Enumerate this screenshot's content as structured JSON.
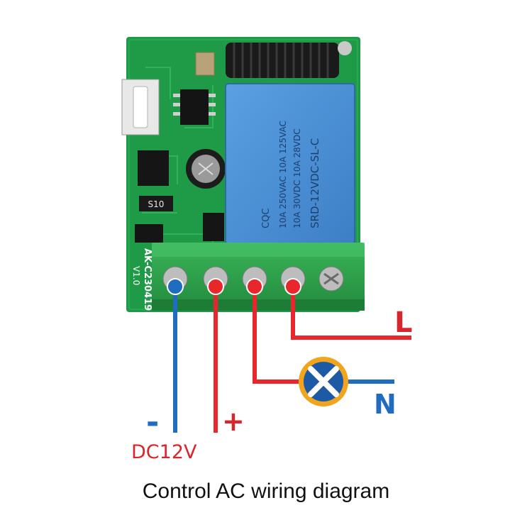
{
  "board": {
    "model_label": "AK-C230419",
    "version_label": "V1.0",
    "diode_label": "S10"
  },
  "relay": {
    "brand": "CQC",
    "model": "SRD-12VDC-SL-C",
    "rating_line_1": "10A 250VAC 10A 125VAC",
    "rating_line_2": "10A 30VDC 10A 28VDC"
  },
  "wiring": {
    "live_label": "L",
    "neutral_label": "N",
    "negative_label": "-",
    "positive_label": "+",
    "supply_label": "DC12V"
  },
  "caption": "Control AC wiring diagram",
  "colors": {
    "pcb": "#1f9a46",
    "relay": "#4a90d6",
    "terminal_block": "#2fa14c",
    "wire_positive": "#e8262c",
    "wire_negative": "#1f6cc0",
    "lamp_ring": "#f2a51c",
    "lamp_body": "#1c5aa6"
  }
}
